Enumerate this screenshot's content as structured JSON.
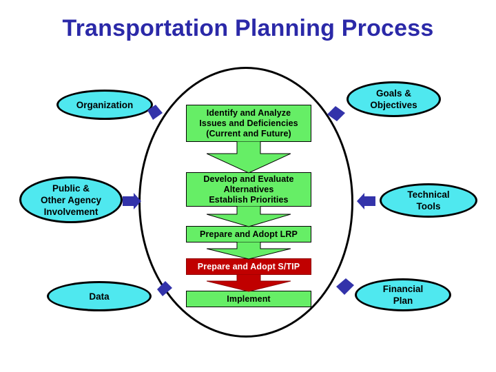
{
  "title": "Transportation Planning Process",
  "colors": {
    "title_blue": "#2b29a8",
    "process_green": "#66ee66",
    "process_red": "#c00000",
    "oval_cyan": "#4fe8ef",
    "marker_blue": "#3333aa",
    "outline_black": "#000000",
    "background": "#ffffff"
  },
  "process_flow": {
    "steps": [
      {
        "id": "identify-analyze",
        "color": "green",
        "lines": [
          "Identify and Analyze",
          "Issues and Deficiencies",
          "(Current and Future)"
        ],
        "text": "Identify and Analyze\nIssues and Deficiencies\n(Current and Future)"
      },
      {
        "id": "develop-evaluate",
        "color": "green",
        "lines": [
          "Develop and Evaluate",
          "Alternatives",
          "Establish Priorities"
        ],
        "text": "Develop and Evaluate\nAlternatives\nEstablish Priorities"
      },
      {
        "id": "prepare-adopt-lrp",
        "color": "green",
        "lines": [
          "Prepare and Adopt LRP"
        ],
        "text": "Prepare and Adopt LRP"
      },
      {
        "id": "prepare-adopt-stip",
        "color": "red",
        "lines": [
          "Prepare and Adopt S/TIP"
        ],
        "text": "Prepare and Adopt S/TIP"
      },
      {
        "id": "implement",
        "color": "green",
        "lines": [
          "Implement"
        ],
        "text": "Implement"
      }
    ]
  },
  "inputs_left": [
    {
      "id": "organization",
      "lines": [
        "Organization"
      ],
      "text": "Organization"
    },
    {
      "id": "public-other-agency-involvement",
      "lines": [
        "Public &",
        "Other Agency",
        "Involvement"
      ],
      "text": "Public &\nOther Agency\nInvolvement"
    },
    {
      "id": "data",
      "lines": [
        "Data"
      ],
      "text": "Data"
    }
  ],
  "inputs_right": [
    {
      "id": "goals-objectives",
      "lines": [
        "Goals &",
        "Objectives"
      ],
      "text": "Goals &\nObjectives"
    },
    {
      "id": "technical-tools",
      "lines": [
        "Technical",
        "Tools"
      ],
      "text": "Technical\nTools"
    },
    {
      "id": "financial-plan",
      "lines": [
        "Financial",
        "Plan"
      ],
      "text": "Financial\nPlan"
    }
  ],
  "connector_markers": [
    {
      "id": "marker-organization",
      "shape": "diamond-arrow",
      "direction": "down-right"
    },
    {
      "id": "marker-public-involvement",
      "shape": "block-arrow",
      "direction": "right"
    },
    {
      "id": "marker-data",
      "shape": "diamond-arrow",
      "direction": "up-right"
    },
    {
      "id": "marker-goals-objectives",
      "shape": "diamond-arrow",
      "direction": "down-left"
    },
    {
      "id": "marker-technical-tools",
      "shape": "block-arrow",
      "direction": "left"
    },
    {
      "id": "marker-financial-plan",
      "shape": "diamond-arrow",
      "direction": "up-left"
    }
  ],
  "flow_arrows": [
    {
      "id": "arrow-1",
      "from": "identify-analyze",
      "to": "develop-evaluate"
    },
    {
      "id": "arrow-2",
      "from": "develop-evaluate",
      "to": "prepare-adopt-lrp"
    },
    {
      "id": "arrow-3",
      "from": "prepare-adopt-lrp",
      "to": "prepare-adopt-stip"
    },
    {
      "id": "arrow-4",
      "from": "prepare-adopt-stip",
      "to": "implement"
    }
  ]
}
